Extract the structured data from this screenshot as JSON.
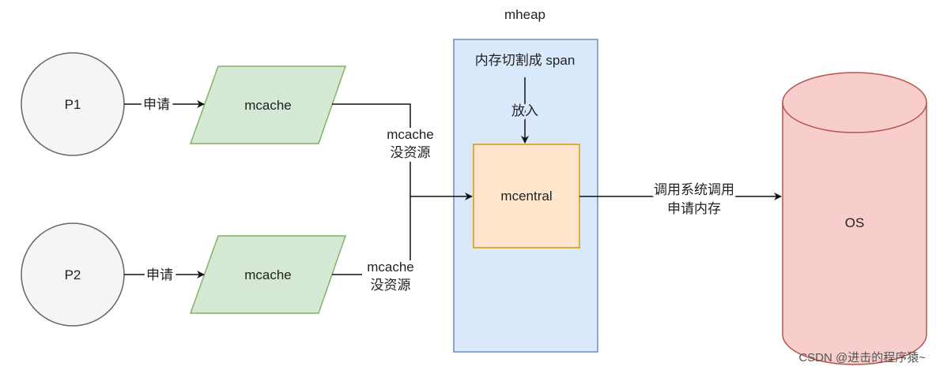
{
  "diagram": {
    "nodes": {
      "p1": "P1",
      "p2": "P2",
      "mcache1": "mcache",
      "mcache2": "mcache",
      "mheap": "mheap",
      "span_text": "内存切割成 span",
      "put_text": "放入",
      "mcentral": "mcentral",
      "os": "OS"
    },
    "edges": {
      "p1_request": "申请",
      "p2_request": "申请",
      "mcache1_empty": [
        "mcache",
        "没资源"
      ],
      "mcache2_empty": [
        "mcache",
        "没资源"
      ],
      "syscall": [
        "调用系统调用",
        "申请内存"
      ]
    },
    "colors": {
      "process_fill": "#f5f5f5",
      "process_stroke": "#666666",
      "mcache_fill": "#d5e8d4",
      "mcache_stroke": "#82b366",
      "mheap_fill": "#dae8fc",
      "mheap_stroke": "#6c8ebf",
      "mcentral_fill": "#ffe6cc",
      "mcentral_stroke": "#d79b00",
      "os_fill": "#f8cecc",
      "os_stroke": "#b85450"
    }
  },
  "watermark": "CSDN @进击的程序猿~"
}
